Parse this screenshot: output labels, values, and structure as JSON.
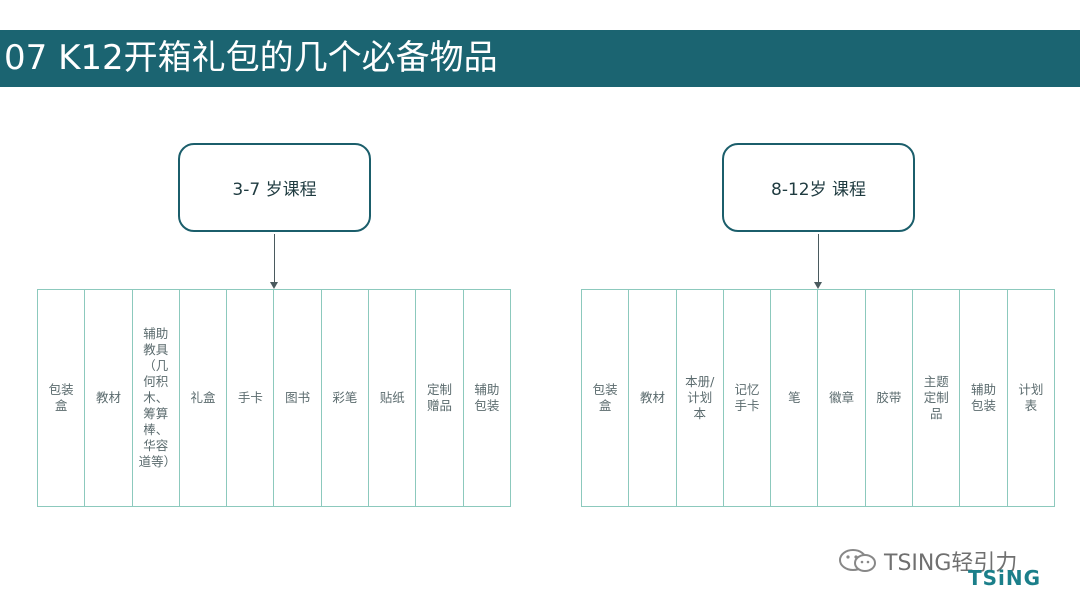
{
  "title": "07 K12开箱礼包的几个必备物品",
  "groups": [
    {
      "course": "3-7 岁课程",
      "items": [
        "包装盒",
        "教材",
        "辅助教具（几何积木、筹算棒、华容道等）",
        "礼盒",
        "手卡",
        "图书",
        "彩笔",
        "贴纸",
        "定制赠品",
        "辅助包装"
      ]
    },
    {
      "course": "8-12岁 课程",
      "items": [
        "包装盒",
        "教材",
        "本册/计划本",
        "记忆手卡",
        "笔",
        "徽章",
        "胶带",
        "主题定制品",
        "辅助包装",
        "计划表"
      ]
    }
  ],
  "watermark": "TSING轻引力",
  "logo": "TSiNG",
  "colors": {
    "title_bar": "#1b6471",
    "box_border": "#1b5e6b",
    "cell_border": "#8cc9bd"
  }
}
